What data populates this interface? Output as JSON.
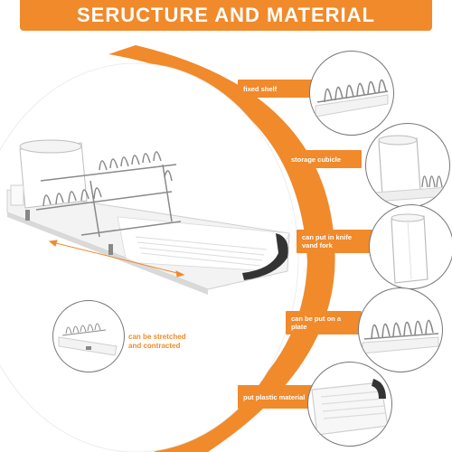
{
  "title": "SERUCTURE AND MATERIAL",
  "features": [
    {
      "label": "fixed shelf",
      "icon": "fixed-shelf-closeup"
    },
    {
      "label": "storage cubicle",
      "icon": "storage-cubicle-closeup"
    },
    {
      "label": "can put in knife vand fork",
      "icon": "utensil-holder-closeup"
    },
    {
      "label": "can be put on a plate",
      "icon": "plate-rack-closeup"
    },
    {
      "label": "put plastic material",
      "icon": "plastic-tray-closeup"
    }
  ],
  "stretch_note": "can be stretched and contracted",
  "colors": {
    "accent": "#f08a2b",
    "text_on_accent": "#ffffff",
    "outline": "#777777",
    "metal": "#8a8a8a"
  }
}
